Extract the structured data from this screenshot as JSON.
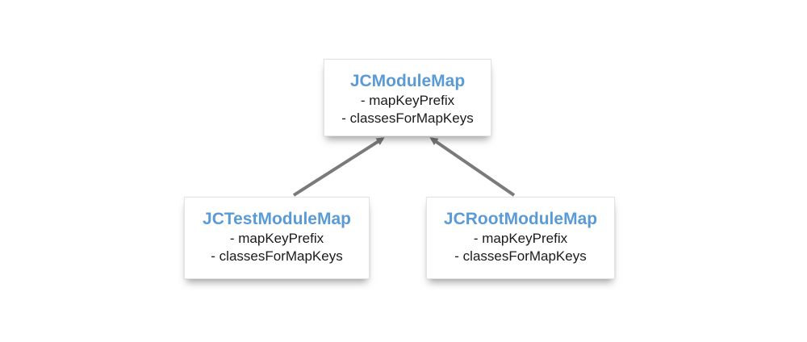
{
  "colors": {
    "title": "#5b9bd5",
    "text": "#1a1a1a",
    "arrow": "#7a7a7a"
  },
  "nodes": {
    "parent": {
      "title": "JCModuleMap",
      "props": [
        "- mapKeyPrefix",
        "- classesForMapKeys"
      ]
    },
    "left_child": {
      "title": "JCTestModuleMap",
      "props": [
        "- mapKeyPrefix",
        "- classesForMapKeys"
      ]
    },
    "right_child": {
      "title": "JCRootModuleMap",
      "props": [
        "- mapKeyPrefix",
        "- classesForMapKeys"
      ]
    }
  },
  "edges": [
    {
      "from": "left_child",
      "to": "parent",
      "type": "inheritance"
    },
    {
      "from": "right_child",
      "to": "parent",
      "type": "inheritance"
    }
  ]
}
